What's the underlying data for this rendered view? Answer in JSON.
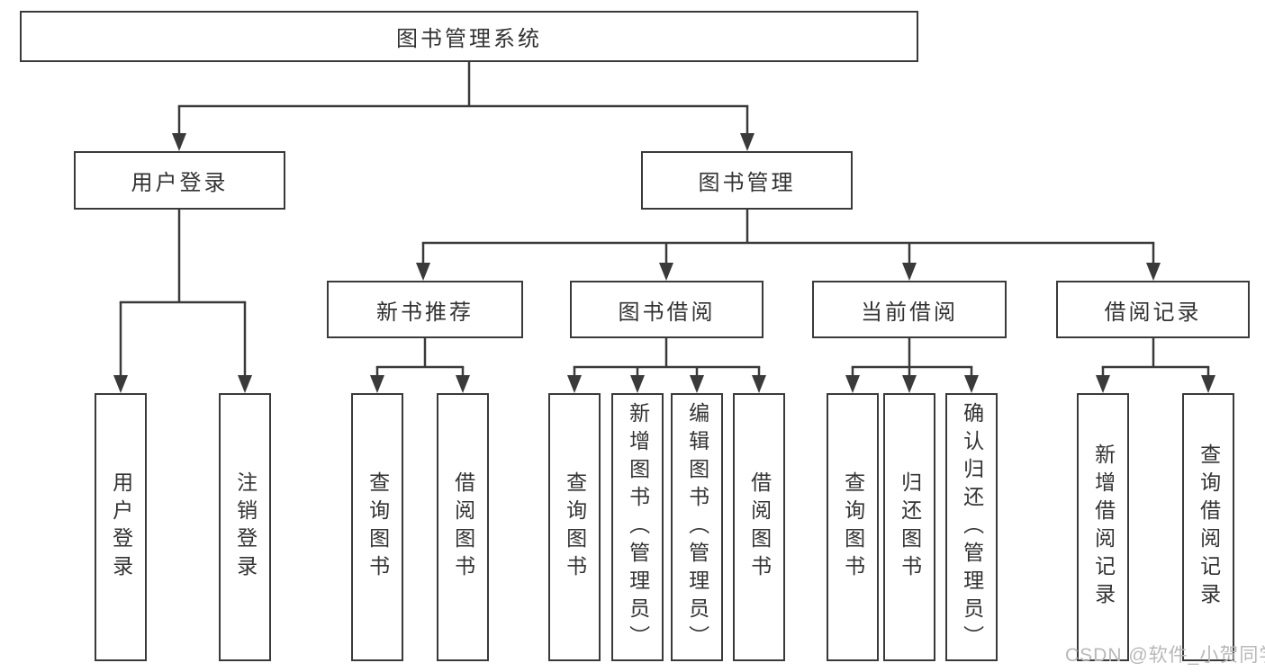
{
  "colors": {
    "line": "#3a3a3a",
    "text": "#333333",
    "background": "#ffffff",
    "watermark": "#b8b8b8"
  },
  "diagram": {
    "type": "hierarchy-tree",
    "root": {
      "label": "图书管理系统",
      "children": [
        {
          "label": "用户登录",
          "children": [
            {
              "label": "用户登录"
            },
            {
              "label": "注销登录"
            }
          ]
        },
        {
          "label": "图书管理",
          "children": [
            {
              "label": "新书推荐",
              "children": [
                {
                  "label": "查询图书"
                },
                {
                  "label": "借阅图书"
                }
              ]
            },
            {
              "label": "图书借阅",
              "children": [
                {
                  "label": "查询图书"
                },
                {
                  "label": "新增图书（管理员）"
                },
                {
                  "label": "编辑图书（管理员）"
                },
                {
                  "label": "借阅图书"
                }
              ]
            },
            {
              "label": "当前借阅",
              "children": [
                {
                  "label": "查询图书"
                },
                {
                  "label": "归还图书"
                },
                {
                  "label": "确认归还（管理员）"
                }
              ]
            },
            {
              "label": "借阅记录",
              "children": [
                {
                  "label": "新增借阅记录"
                },
                {
                  "label": "查询借阅记录"
                }
              ]
            }
          ]
        }
      ]
    }
  },
  "watermark": {
    "text": "CSDN @软件_小贺同学"
  }
}
